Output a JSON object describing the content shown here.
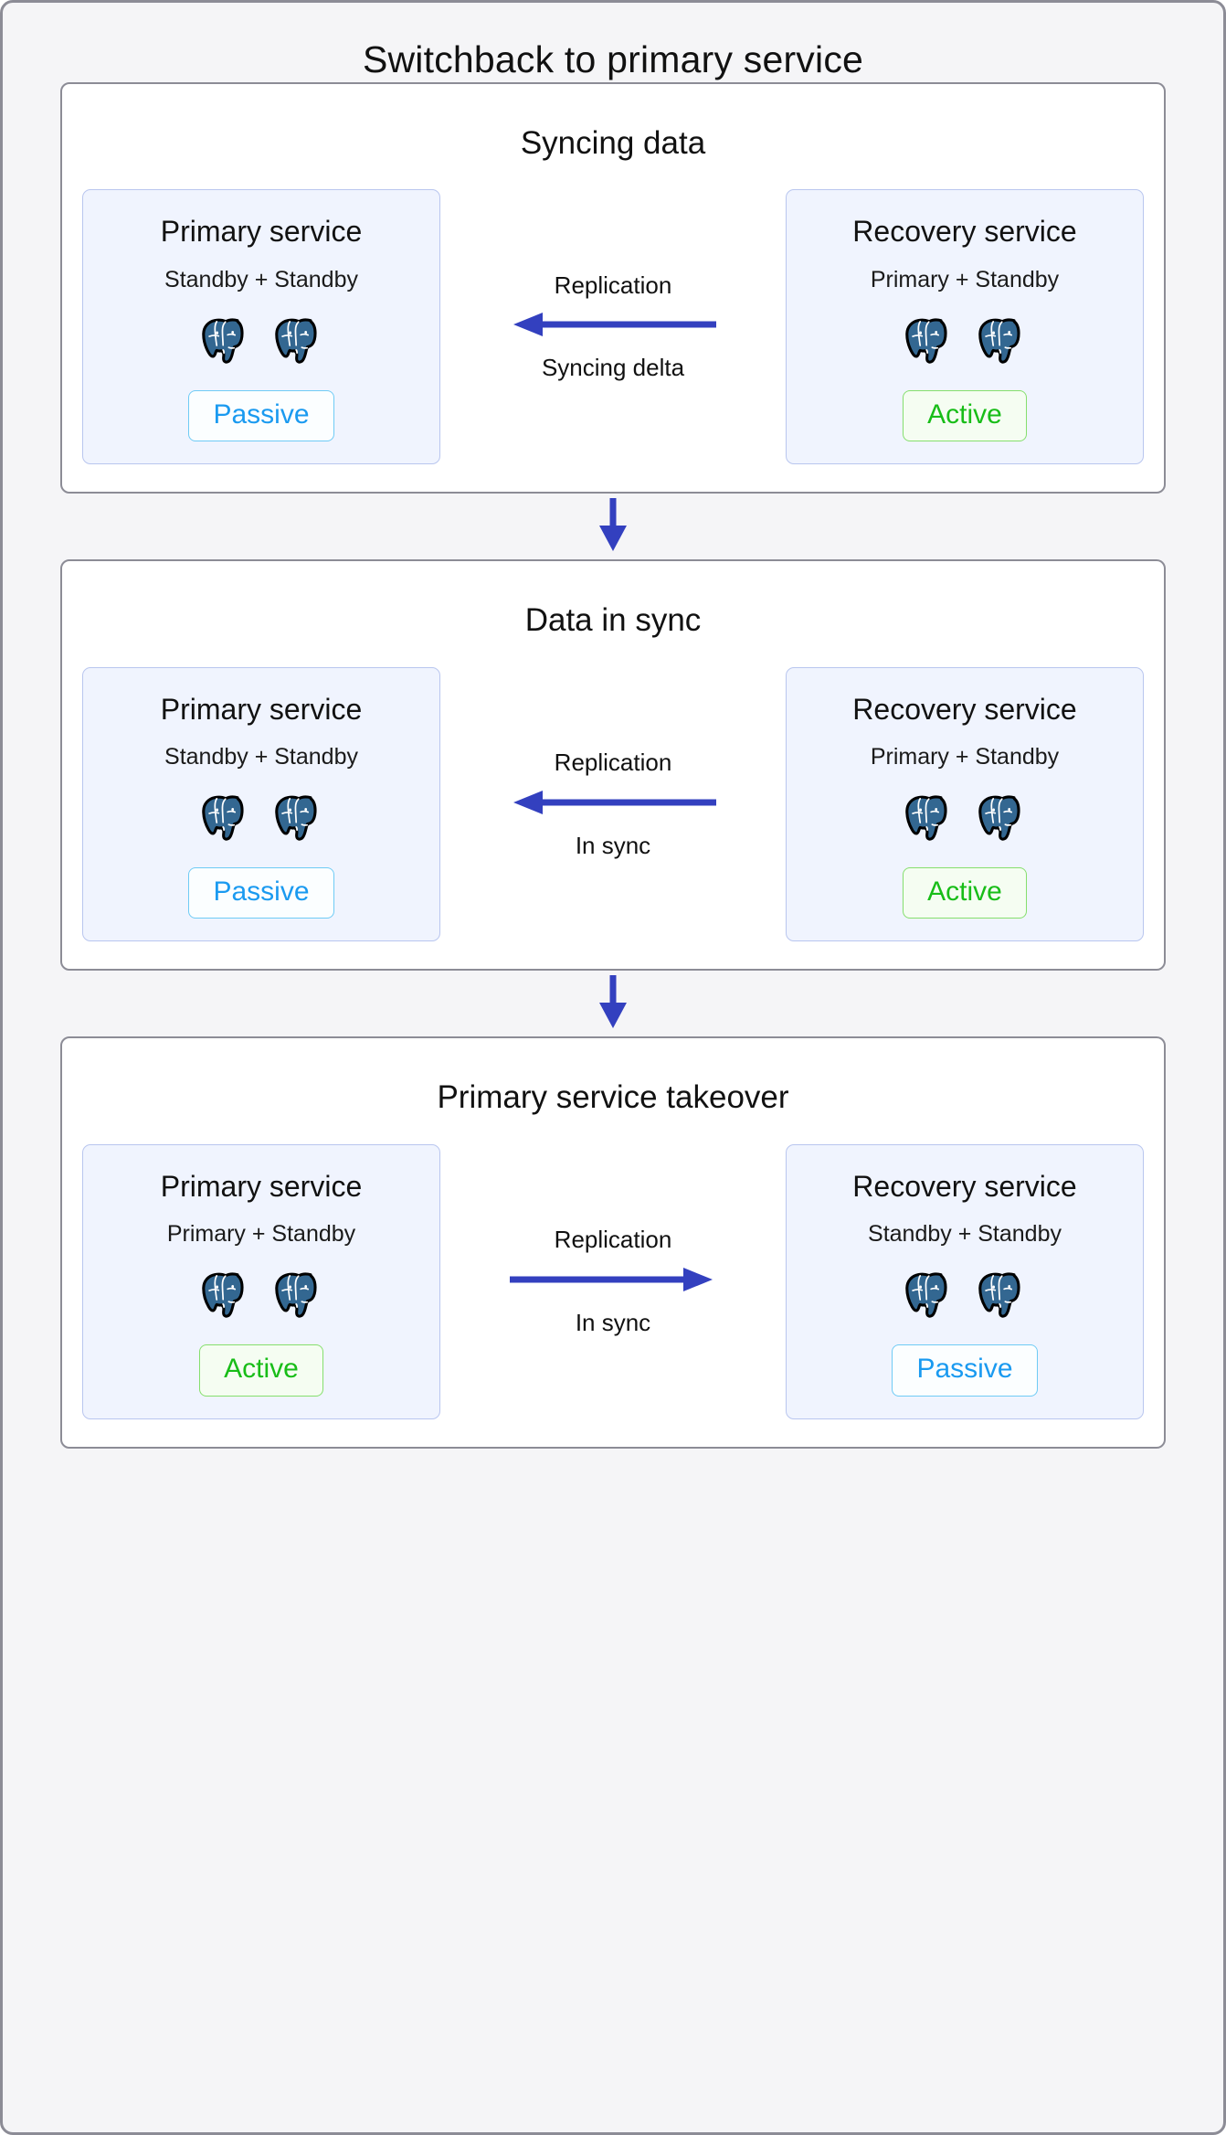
{
  "title": "Switchback to primary service",
  "colors": {
    "frame_border": "#8c8c96",
    "frame_background": "#f5f5f7",
    "stage_background": "#ffffff",
    "card_background": "#f0f4fe",
    "card_border": "#b9c6ef",
    "arrow_blue": "#3340bf",
    "badge_passive_text": "#1a9af0",
    "badge_passive_border": "#6fcbf5",
    "badge_active_text": "#18bd18",
    "badge_active_border": "#85df6d",
    "postgres_elephant": "#336791"
  },
  "stages": [
    {
      "title": "Syncing data",
      "left": {
        "name": "Primary service",
        "roles": "Standby + Standby",
        "node_count": 2,
        "node_icon": "postgres-elephant-icon",
        "badge": "Passive",
        "badge_state": "passive"
      },
      "right": {
        "name": "Recovery service",
        "roles": "Primary + Standby",
        "node_count": 2,
        "node_icon": "postgres-elephant-icon",
        "badge": "Active",
        "badge_state": "active"
      },
      "link": {
        "label_top": "Replication",
        "label_bottom": "Syncing delta",
        "direction": "left"
      }
    },
    {
      "title": "Data in sync",
      "left": {
        "name": "Primary service",
        "roles": "Standby + Standby",
        "node_count": 2,
        "node_icon": "postgres-elephant-icon",
        "badge": "Passive",
        "badge_state": "passive"
      },
      "right": {
        "name": "Recovery service",
        "roles": "Primary + Standby",
        "node_count": 2,
        "node_icon": "postgres-elephant-icon",
        "badge": "Active",
        "badge_state": "active"
      },
      "link": {
        "label_top": "Replication",
        "label_bottom": "In sync",
        "direction": "left"
      }
    },
    {
      "title": "Primary service takeover",
      "left": {
        "name": "Primary service",
        "roles": "Primary + Standby",
        "node_count": 2,
        "node_icon": "postgres-elephant-icon",
        "badge": "Active",
        "badge_state": "active"
      },
      "right": {
        "name": "Recovery service",
        "roles": "Standby + Standby",
        "node_count": 2,
        "node_icon": "postgres-elephant-icon",
        "badge": "Passive",
        "badge_state": "passive"
      },
      "link": {
        "label_top": "Replication",
        "label_bottom": "In sync",
        "direction": "right"
      }
    }
  ],
  "connectors": [
    {
      "direction": "down",
      "icon": "arrow-down-icon"
    },
    {
      "direction": "down",
      "icon": "arrow-down-icon"
    }
  ]
}
